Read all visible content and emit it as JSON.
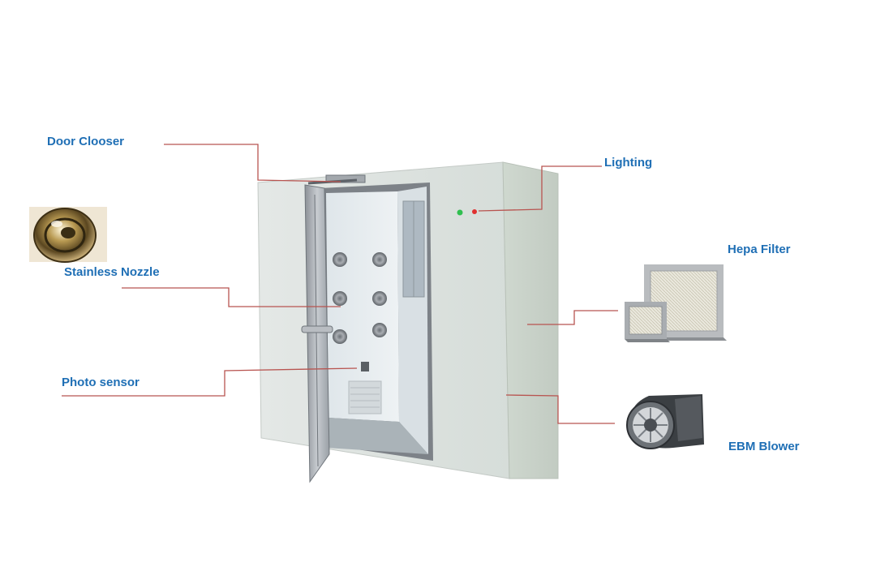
{
  "labels": {
    "door_closer": "Door Clooser",
    "lighting": "Lighting",
    "hepa_filter": "Hepa Filter",
    "stainless_nozzle": "Stainless Nozzle",
    "photo_sensor": "Photo sensor",
    "ebm_blower": "EBM Blower"
  },
  "colors": {
    "label_text": "#1f6fb5",
    "leader_line": "#b85450",
    "cabinet_front": "#dde3e0",
    "cabinet_side": "#c9d2c9",
    "door_frame": "#9ea3a8",
    "indicator_green": "#2fbf4f",
    "indicator_red": "#e03030"
  },
  "icons": [
    "stainless-nozzle-icon",
    "hepa-filter-icon",
    "ebm-blower-icon"
  ]
}
